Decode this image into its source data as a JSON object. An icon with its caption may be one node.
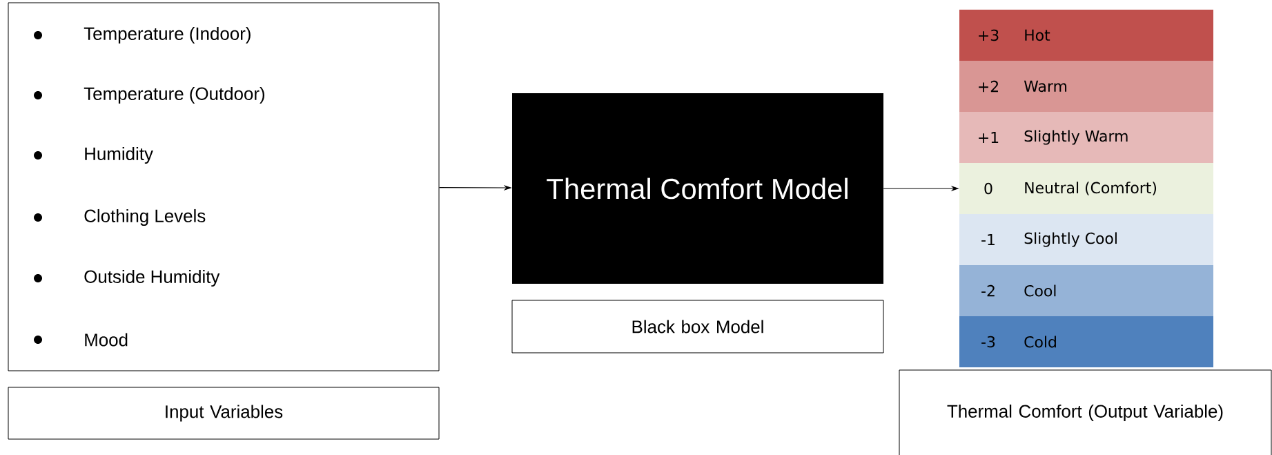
{
  "diagram": {
    "nodes": [
      {
        "text": [
          "Temperature (Indoor)",
          "Temperature (Outdoor)",
          "Humidity",
          "Clothing Levels",
          "Outside Humidity",
          "Mood"
        ]
      },
      {
        "text": [
          "Input Variables"
        ]
      },
      {
        "text": [
          "Thermal Comfort Model"
        ]
      },
      {
        "text": [
          "Black box Model"
        ]
      },
      {
        "text": [
          "+3",
          "Hot"
        ]
      },
      {
        "text": [
          "+2",
          "Warm"
        ]
      },
      {
        "text": [
          "+1",
          "Slightly Warm"
        ]
      },
      {
        "text": [
          "0",
          "Neutral (Comfort)"
        ]
      },
      {
        "text": [
          "-1",
          "Slightly Cool"
        ]
      },
      {
        "text": [
          "-2",
          "Cool"
        ]
      },
      {
        "text": [
          "-3",
          "Cold"
        ]
      },
      {
        "text": [
          "Thermal Comfort (Output Variable)"
        ]
      }
    ],
    "edges": [
      {
        "from": 0,
        "to": 2,
        "arrow": "to"
      },
      {
        "from": 2,
        "to": 7,
        "arrow": "to"
      }
    ]
  }
}
